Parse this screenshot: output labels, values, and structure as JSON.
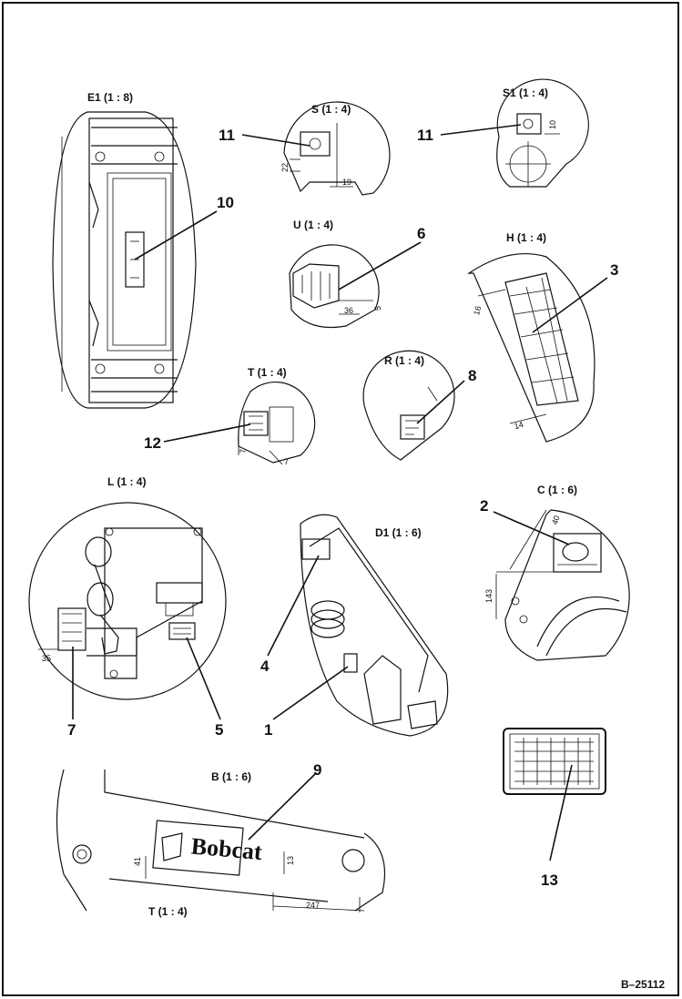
{
  "figure_id": "B–25112",
  "views": {
    "e1": "E1 (1 : 8)",
    "s": "S (1 : 4)",
    "s1": "S1 (1 : 4)",
    "u": "U (1 : 4)",
    "h": "H (1 : 4)",
    "t_upper": "T (1 : 4)",
    "r": "R (1 : 4)",
    "l": "L (1 : 4)",
    "c": "C (1 : 6)",
    "d1": "D1 (1 : 6)",
    "b": "B (1 : 6)",
    "t_lower": "T (1 : 4)"
  },
  "callouts": {
    "c1": "1",
    "c2": "2",
    "c3": "3",
    "c4": "4",
    "c5": "5",
    "c6": "6",
    "c7": "7",
    "c8": "8",
    "c9": "9",
    "c10": "10",
    "c11a": "11",
    "c11b": "11",
    "c12": "12",
    "c13": "13"
  },
  "dimensions": {
    "s_22": "22",
    "s_19": "19",
    "s1_10": "10",
    "u_36": "36",
    "u_5": "5",
    "h_16": "16",
    "h_14": "14",
    "t_7a": "7",
    "t_7b": "7",
    "l_35": "35",
    "c_40": "40",
    "c_143": "143",
    "b_41": "41",
    "b_13": "13",
    "b_247": "247"
  },
  "brand": "Bobcat"
}
